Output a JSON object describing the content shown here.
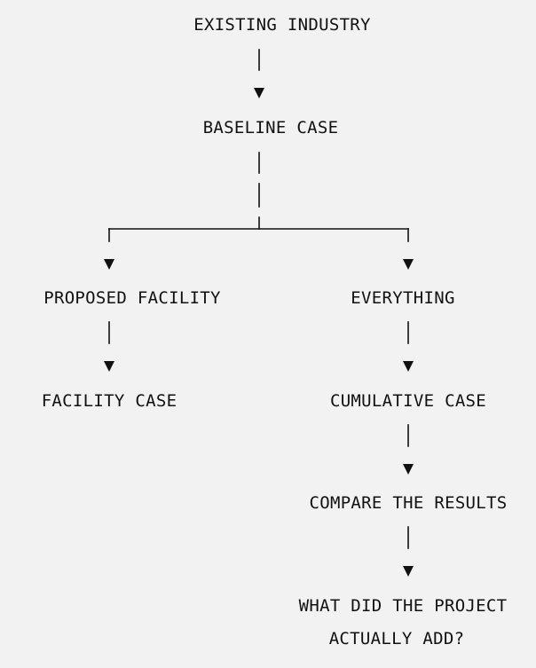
{
  "nodes": {
    "existing_industry": "EXISTING INDUSTRY",
    "baseline_case": "BASELINE CASE",
    "proposed_facility": "PROPOSED FACILITY",
    "everything": "EVERYTHING",
    "facility_case": "FACILITY CASE",
    "cumulative_case": "CUMULATIVE CASE",
    "compare_results": "COMPARE THE RESULTS",
    "question_line1": "WHAT DID THE PROJECT",
    "question_line2": "ACTUALLY ADD?"
  }
}
